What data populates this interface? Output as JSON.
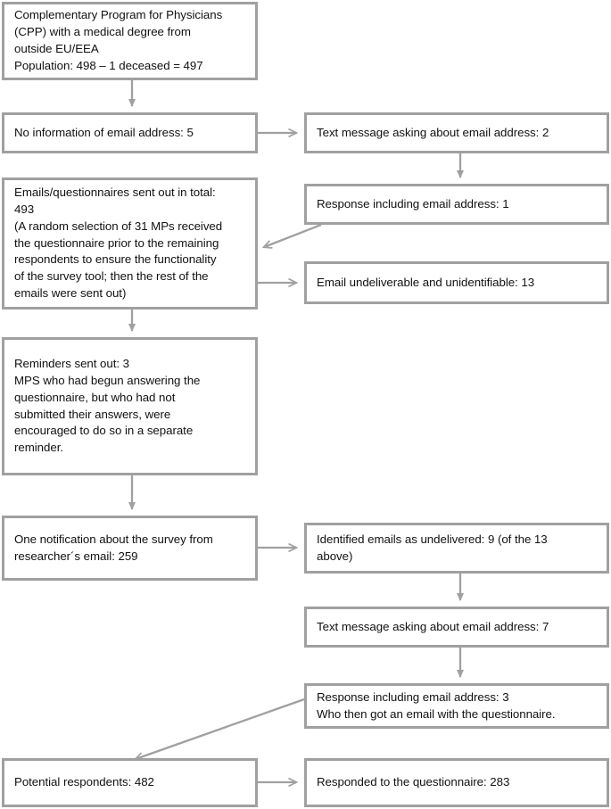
{
  "diagram": {
    "title": "Survey recruitment flowchart",
    "edge_color": "#a0a0a0",
    "node_border_color": "#a0a0a0",
    "node_fill_color": "#ffffff",
    "text_color": "#111111",
    "nodes": {
      "population": "Complementary Program for Physicians\n(CPP) with a medical degree from\noutside EU/EEA\nPopulation: 498 – 1 deceased = 497",
      "no_email_info": "No information of email address: 5",
      "text_message_1": "Text message asking about email address: 2",
      "response_email_1": "Response including email address: 1",
      "emails_sent_total": "Emails/questionnaires sent out in total:\n493\n(A random selection of 31 MPs received\nthe questionnaire prior to the remaining\nrespondents to ensure the functionality\nof the survey tool; then the rest of the\nemails were sent out)",
      "email_undeliverable": "Email undeliverable and unidentifiable: 13",
      "reminders": "Reminders sent out: 3\nMPS who had begun answering the\nquestionnaire, but who had not\nsubmitted their answers, were\nencouraged to do so in a separate\nreminder.",
      "one_notification": "One notification about the survey from\nresearcher´s email: 259",
      "identified_undelivered": "Identified emails as undelivered: 9 (of the 13\nabove)",
      "text_message_7": "Text message asking about email address: 7",
      "response_email_3": "Response including email address: 3\nWho then got an email with the questionnaire.",
      "potential_respondents": "Potential respondents: 482",
      "responded": "Responded to the questionnaire: 283"
    }
  }
}
